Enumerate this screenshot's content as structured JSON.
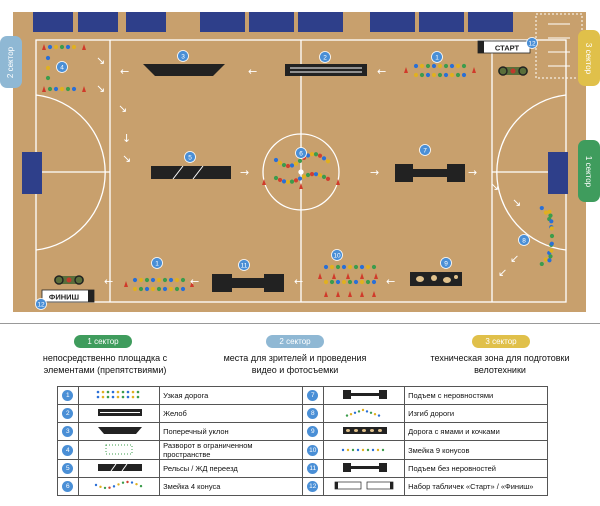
{
  "colors": {
    "floor": "#c8a06d",
    "line": "#ffffff",
    "sector1": "#3f9c5d",
    "sector2": "#8fb8d4",
    "sector3": "#e0c04a",
    "marker": "#4a8fd6",
    "obstacle": "#222222"
  },
  "map": {
    "sector_tags": {
      "left": "2 сектор",
      "right_top": "3 сектор",
      "right_mid": "1 сектор"
    },
    "markers": [
      "1",
      "2",
      "3",
      "4",
      "5",
      "6",
      "7",
      "8",
      "9",
      "10",
      "11",
      "12",
      "12"
    ],
    "start_sign": "СТАРТ",
    "finish_sign": "ФИНИШ"
  },
  "legend": {
    "sectors": [
      {
        "label": "1 сектор",
        "text": "непосредственно площадка с элементами (препятствиями)"
      },
      {
        "label": "2 сектор",
        "text": "места для зрителей и проведения видео и фотосъемки"
      },
      {
        "label": "3 сектор",
        "text": "техническая зона для подготовки велотехники"
      }
    ],
    "items": [
      {
        "num": "1",
        "label": "Узкая дорога"
      },
      {
        "num": "2",
        "label": "Желоб"
      },
      {
        "num": "3",
        "label": "Поперечный уклон"
      },
      {
        "num": "4",
        "label": "Разворот в ограниченном пространстве"
      },
      {
        "num": "5",
        "label": "Рельсы / ЖД переезд"
      },
      {
        "num": "6",
        "label": "Змейка 4 конуса"
      },
      {
        "num": "7",
        "label": "Подъем с неровностями"
      },
      {
        "num": "8",
        "label": "Изгиб дороги"
      },
      {
        "num": "9",
        "label": "Дорога с ямами и кочками"
      },
      {
        "num": "10",
        "label": "Змейка 9 конусов"
      },
      {
        "num": "11",
        "label": "Подъем без неровностей"
      },
      {
        "num": "12",
        "label": "Набор табличек «Старт» / «Финиш»"
      }
    ]
  }
}
